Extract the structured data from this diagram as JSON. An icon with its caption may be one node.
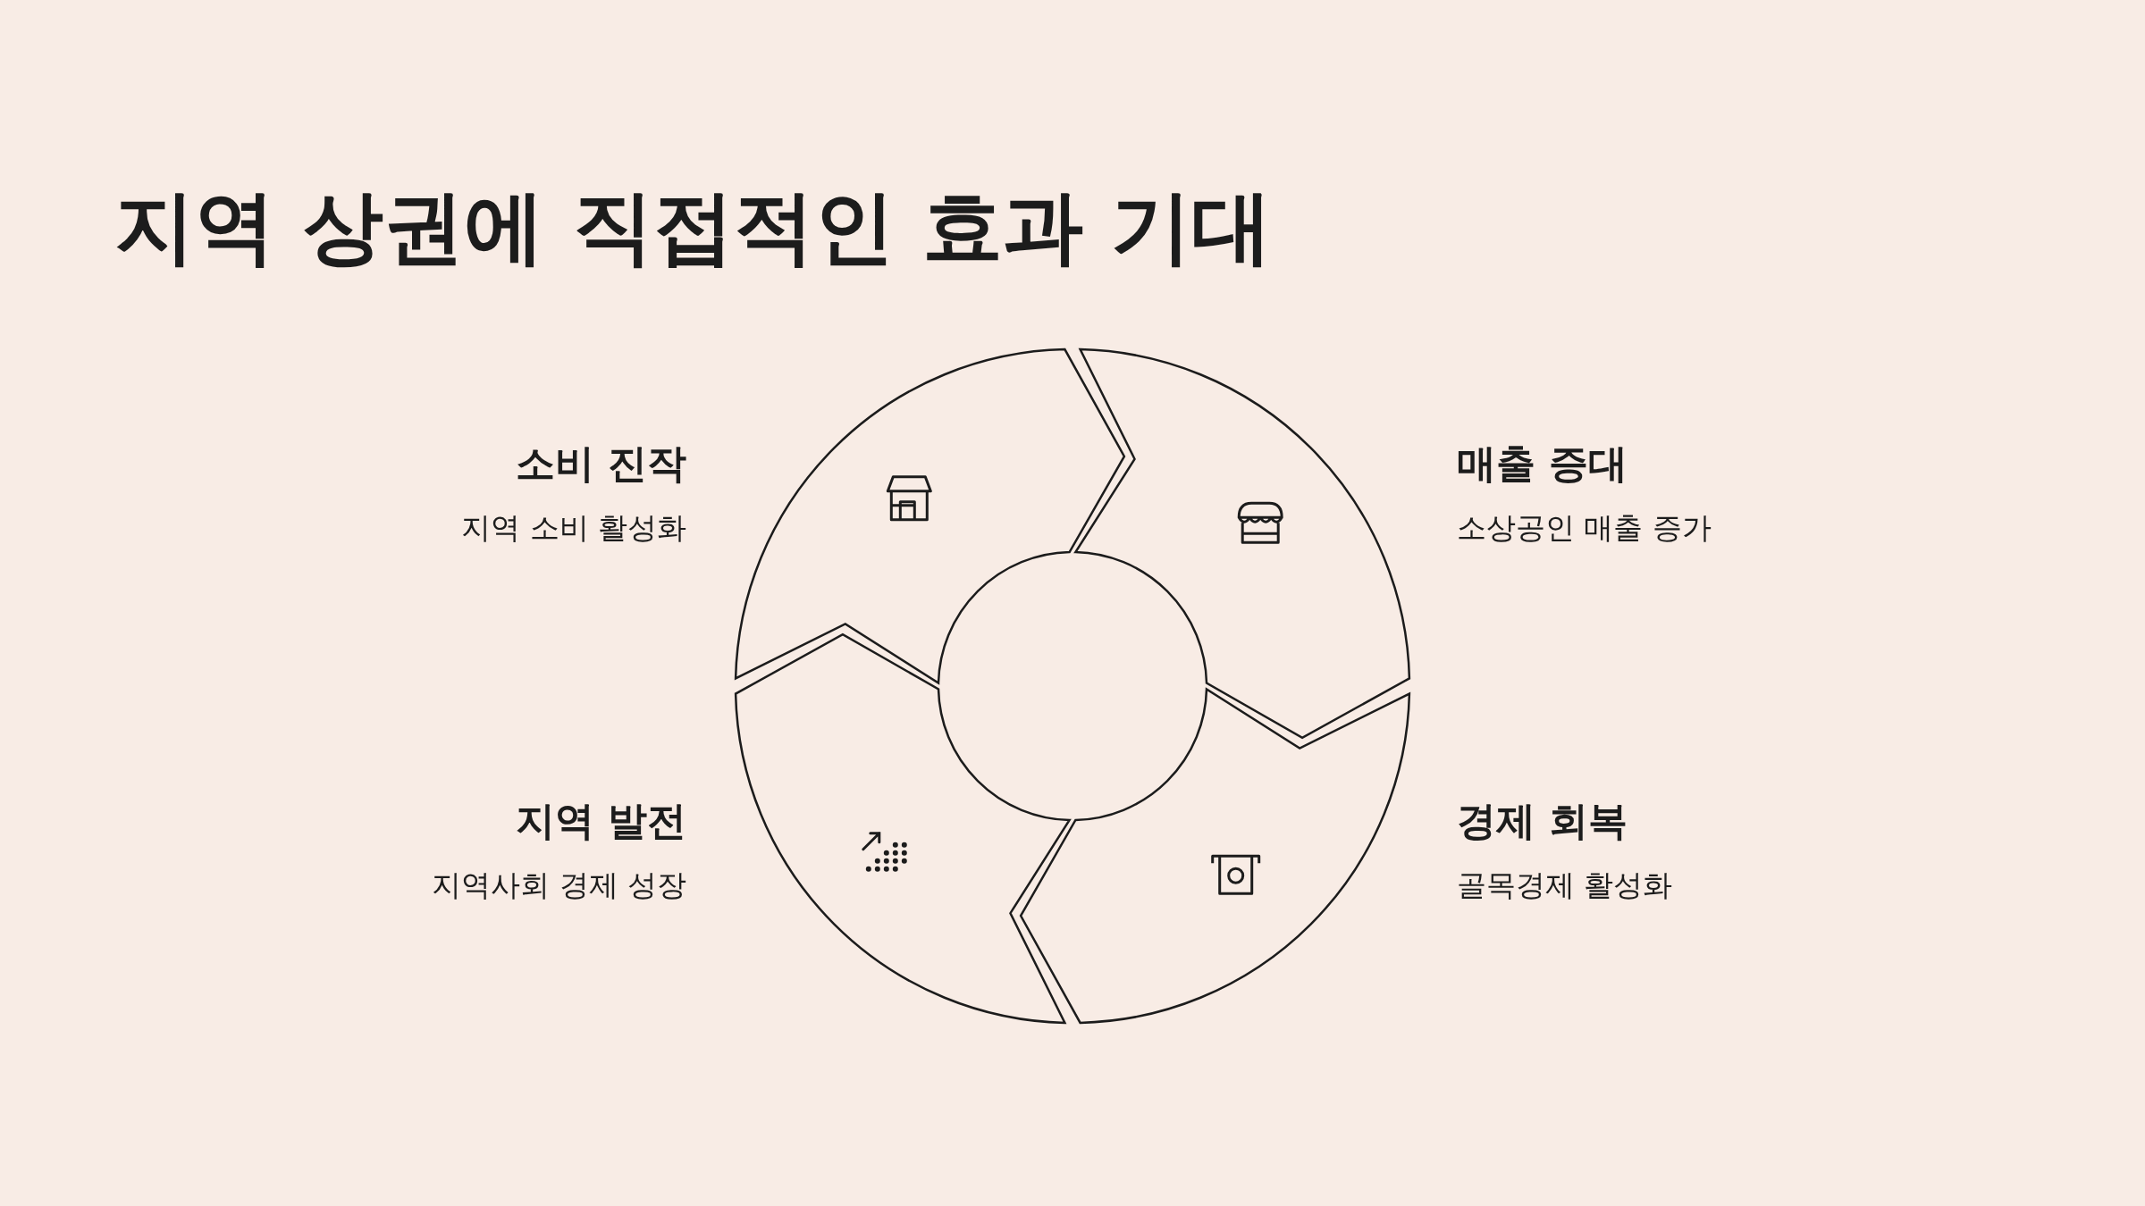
{
  "diagram": {
    "title": "지역 상권에 직접적인 효과 기대",
    "nodes": [
      {
        "text": [
          "소비 진작",
          "지역 소비 활성화"
        ]
      },
      {
        "text": [
          "매출 증대",
          "소상공인 매출 증가"
        ]
      },
      {
        "text": [
          "지역 발전",
          "지역사회 경제 성장"
        ]
      },
      {
        "text": [
          "경제 회복",
          "골목경제 활성화"
        ]
      }
    ]
  }
}
